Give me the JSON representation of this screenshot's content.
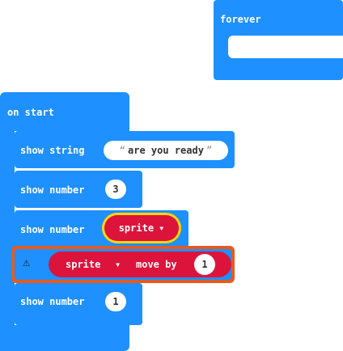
{
  "forever_block": {
    "label": "forever"
  },
  "on_start_block": {
    "label": "on start"
  },
  "show_string_block": {
    "label": "show string",
    "value": "are you ready",
    "open_quote": "“",
    "close_quote": "”"
  },
  "show_number_1": {
    "label": "show number",
    "value": "3"
  },
  "show_number_2": {
    "label": "show number",
    "value_label": "sprite",
    "dropdown_arrow": "▾"
  },
  "sprite_move_block": {
    "warning": "⚠",
    "sprite_label": "sprite",
    "dropdown_arrow": "▾",
    "move_label": "move by",
    "value": "1"
  },
  "show_number_3": {
    "label": "show number",
    "value": "1"
  },
  "colors": {
    "block_blue": "#1e90ff",
    "variables_red": "#dc143c",
    "selection_orange": "#e65a1e",
    "highlight_yellow": "#ffd700"
  }
}
